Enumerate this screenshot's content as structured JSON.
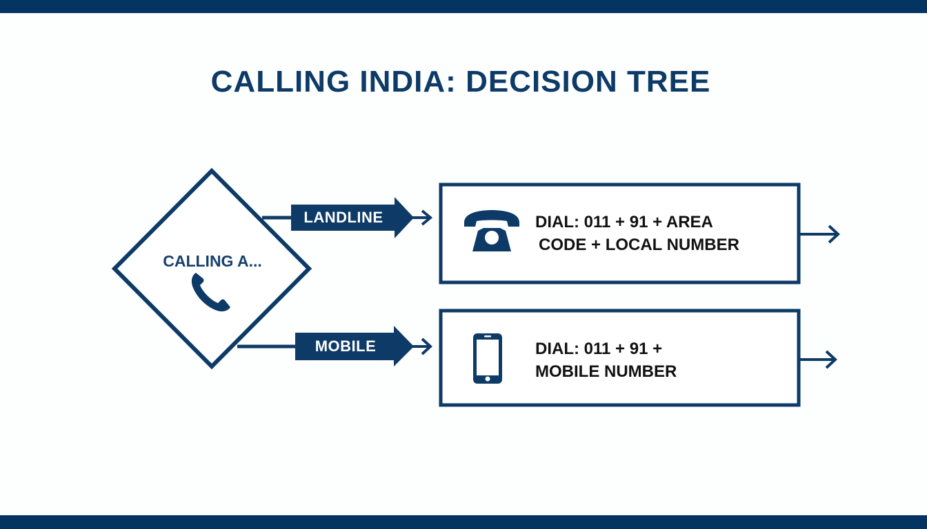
{
  "title": "CALLING INDIA: DECISION TREE",
  "colors": {
    "primary": "#033462",
    "accent": "#0d3a66",
    "text": "#111111",
    "background": "#fdfefe"
  },
  "decision": {
    "label": "CALLING A...",
    "icon": "phone-handset-icon"
  },
  "branches": [
    {
      "label": "LANDLINE",
      "result": {
        "icon": "rotary-telephone-icon",
        "line1": "DIAL: 011 + 91 + AREA",
        "line2": "CODE + LOCAL NUMBER"
      }
    },
    {
      "label": "MOBILE",
      "result": {
        "icon": "mobile-phone-icon",
        "line1": "DIAL: 011 + 91 +",
        "line2": "MOBILE NUMBER"
      }
    }
  ]
}
